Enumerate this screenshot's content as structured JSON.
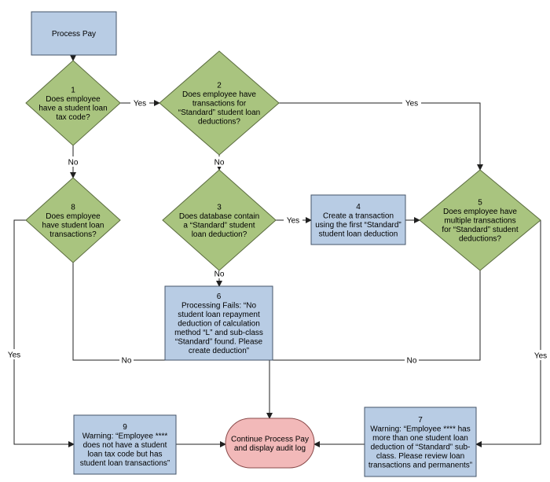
{
  "nodes": {
    "start": {
      "number": "",
      "lines": [
        "Process Pay"
      ]
    },
    "d1": {
      "number": "1",
      "lines": [
        "Does employee",
        "have a student loan",
        "tax code?"
      ]
    },
    "d2": {
      "number": "2",
      "lines": [
        "Does employee have",
        "transactions for",
        "“Standard” student loan",
        "deductions?"
      ]
    },
    "d8": {
      "number": "8",
      "lines": [
        "Does employee",
        "have student loan",
        "transactions?"
      ]
    },
    "d3": {
      "number": "3",
      "lines": [
        "Does database contain",
        "a “Standard” student",
        "loan deduction?"
      ]
    },
    "b4": {
      "number": "4",
      "lines": [
        "Create a transaction",
        "using the first “Standard”",
        "student loan deduction"
      ]
    },
    "d5": {
      "number": "5",
      "lines": [
        "Does employee have",
        "multiple transactions",
        "for “Standard” student",
        "deductions?"
      ]
    },
    "b6": {
      "number": "6",
      "lines": [
        "Processing Fails: “No",
        "student loan repayment",
        "deduction of calculation",
        "method “L” and sub-class",
        "“Standard” found. Please",
        "create deduction”"
      ]
    },
    "b9": {
      "number": "9",
      "lines": [
        "Warning: “Employee ****",
        "does not have a student",
        "loan tax code but has",
        "student loan transactions”"
      ]
    },
    "end": {
      "number": "",
      "lines": [
        "Continue Process Pay",
        "and display audit log"
      ]
    },
    "b7": {
      "number": "7",
      "lines": [
        "Warning: “Employee **** has",
        "more than one student loan",
        "deduction of “Standard” sub-",
        "class.  Please review loan",
        "transactions and permanents”"
      ]
    }
  },
  "edges": [
    {
      "id": "start-d1",
      "label": ""
    },
    {
      "id": "d1-d2",
      "label": "Yes"
    },
    {
      "id": "d1-d8",
      "label": "No"
    },
    {
      "id": "d2-d5",
      "label": "Yes"
    },
    {
      "id": "d2-d3",
      "label": "No"
    },
    {
      "id": "d3-b4",
      "label": "Yes"
    },
    {
      "id": "d3-b6",
      "label": "No"
    },
    {
      "id": "b4-d5",
      "label": ""
    },
    {
      "id": "d8-b9",
      "label": "Yes"
    },
    {
      "id": "d8-end",
      "label": "No"
    },
    {
      "id": "d5-end",
      "label": "No"
    },
    {
      "id": "d5-b7",
      "label": "Yes"
    },
    {
      "id": "b9-end",
      "label": ""
    },
    {
      "id": "b7-end",
      "label": ""
    }
  ],
  "colors": {
    "process": "#b8cce4",
    "decision": "#a9c47f",
    "terminal": "#f2b9b9"
  }
}
